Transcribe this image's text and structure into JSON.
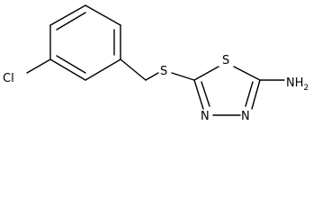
{
  "molecule": {
    "atoms": {
      "chlorine": "Cl",
      "sulfur_thioether": "S",
      "sulfur_ring": "S",
      "nitrogen_3": "N",
      "nitrogen_4": "N",
      "amine_main": "NH",
      "amine_sub": "2"
    }
  },
  "colors": {
    "bond": "#000000",
    "background": "#ffffff"
  }
}
